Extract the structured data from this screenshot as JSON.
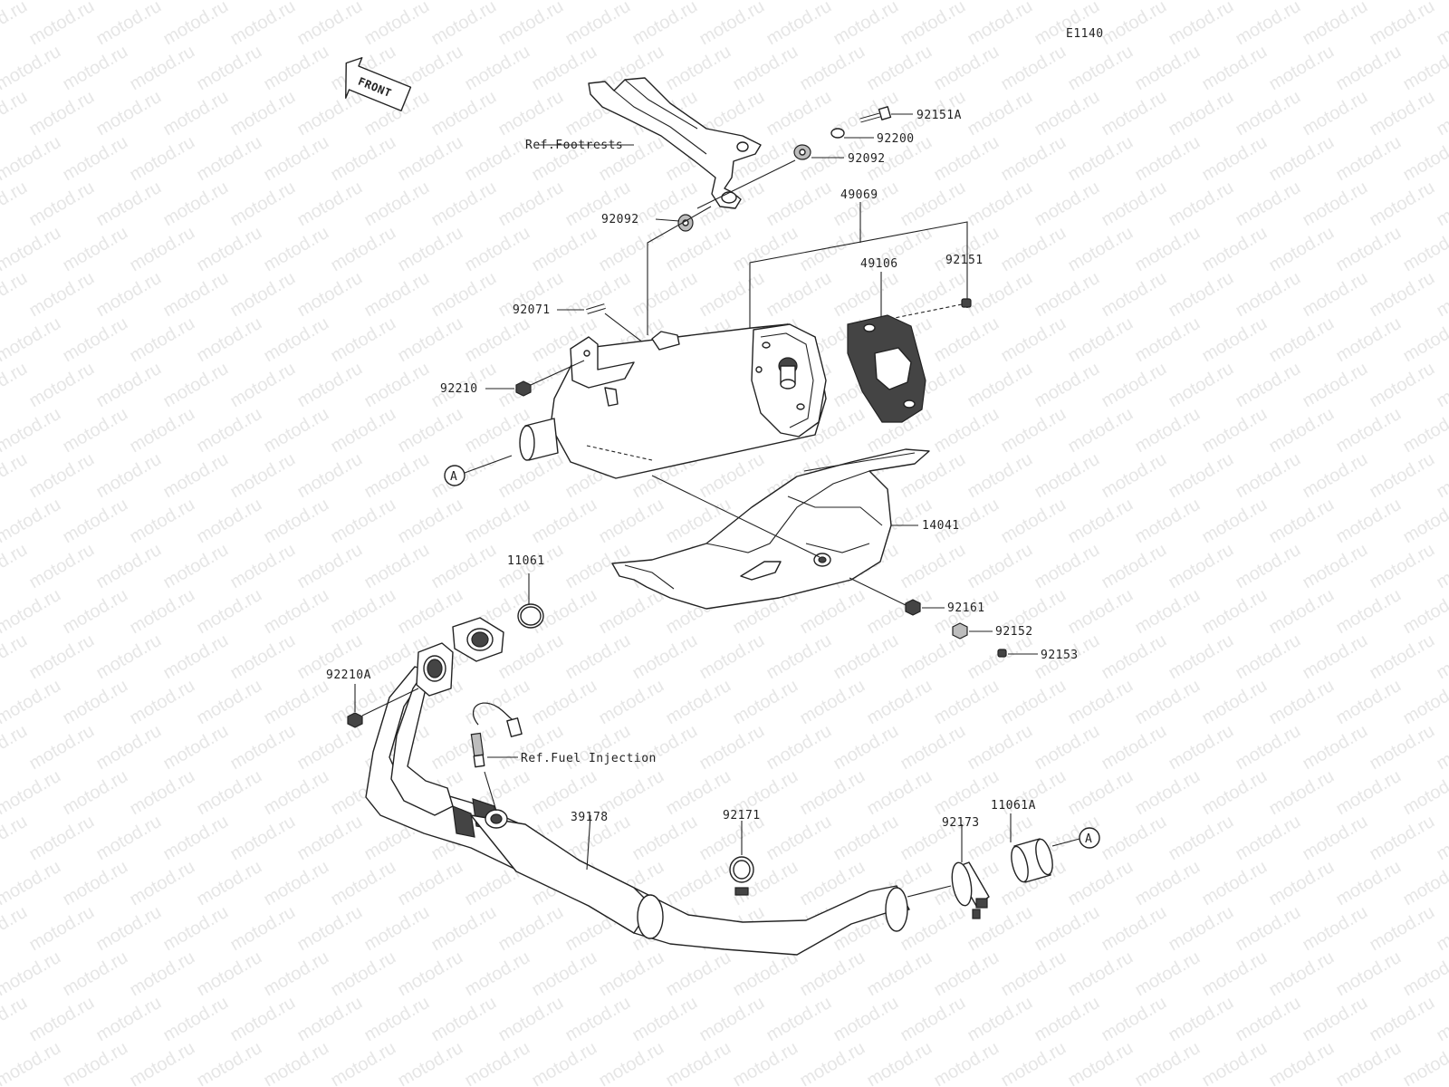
{
  "diagram_code": "E1140",
  "front_label": "FRONT",
  "watermark": "motod.ru",
  "callouts": {
    "ref_footrests": "Ref.Footrests",
    "p92151A": "92151A",
    "p92200": "92200",
    "p92092_top": "92092",
    "p92092_left": "92092",
    "p49069": "49069",
    "p49106": "49106",
    "p92151": "92151",
    "p92071": "92071",
    "p92210": "92210",
    "ref_a_left": "A",
    "p14041": "14041",
    "p11061": "11061",
    "p92161": "92161",
    "p92152": "92152",
    "p92153": "92153",
    "p92210A": "92210A",
    "ref_fuel_injection": "Ref.Fuel Injection",
    "p39178": "39178",
    "p92171": "92171",
    "p92173": "92173",
    "p11061A": "11061A",
    "ref_a_right": "A"
  }
}
